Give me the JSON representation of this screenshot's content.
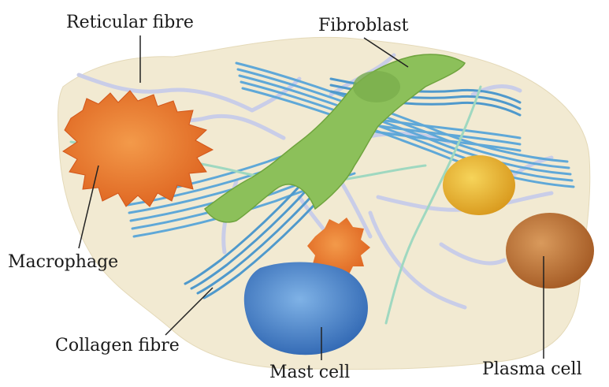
{
  "labels": {
    "reticular_fibre": "Reticular fibre",
    "fibroblast": "Fibroblast",
    "macrophage": "Macrophage",
    "collagen_fibre": "Collagen fibre",
    "mast_cell": "Mast cell",
    "plasma_cell": "Plasma cell"
  },
  "colors": {
    "matrix": "#f2ead2",
    "collagen": "#5fa8d8",
    "reticular": "#c9cde8",
    "fibroblast": "#8cc05a",
    "macrophage": "#e8782e",
    "mast_cell": "#3f7fcc",
    "plasma_cell": "#c2773a",
    "yellow_cell": "#e8b42e",
    "elastic": "#9fd8c0"
  }
}
